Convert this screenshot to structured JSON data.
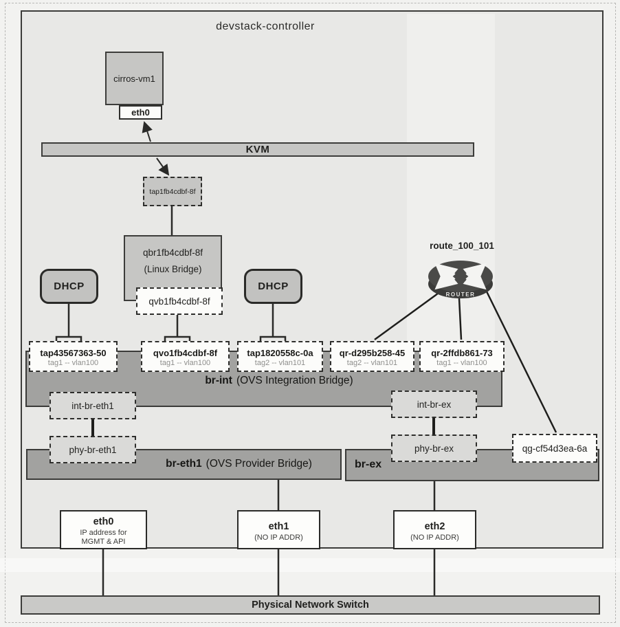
{
  "title": "devstack-controller",
  "vm": {
    "name": "cirros-vm1",
    "nic": "eth0"
  },
  "kvm_label": "KVM",
  "tap_vm": "tap1fb4cdbf-8f",
  "qbr": {
    "name": "qbr1fb4cdbf-8f",
    "type": "(Linux Bridge)"
  },
  "qvb": "qvb1fb4cdbf-8f",
  "dhcp_left": "DHCP",
  "dhcp_right": "DHCP",
  "router": {
    "name": "route_100_101",
    "badge": "ROUTER"
  },
  "br_int": {
    "name": "br-int",
    "desc": "(OVS Integration Bridge)",
    "ports": [
      {
        "name": "tap43567363-50",
        "tag": "tag1 -- vlan100"
      },
      {
        "name": "qvo1fb4cdbf-8f",
        "tag": "tag1 -- vlan100"
      },
      {
        "name": "tap1820558c-0a",
        "tag": "tag2 -- vlan101"
      },
      {
        "name": "qr-d295b258-45",
        "tag": "tag2 -- vlan101"
      },
      {
        "name": "qr-2ffdb861-73",
        "tag": "tag1 -- vlan100"
      }
    ]
  },
  "patches": {
    "int_br_eth1": "int-br-eth1",
    "phy_br_eth1": "phy-br-eth1",
    "int_br_ex": "int-br-ex",
    "phy_br_ex": "phy-br-ex"
  },
  "qg": "qg-cf54d3ea-6a",
  "br_eth1": {
    "name": "br-eth1",
    "desc": "(OVS Provider Bridge)"
  },
  "br_ex": {
    "name": "br-ex"
  },
  "nics": [
    {
      "name": "eth0",
      "line1": "IP address for",
      "line2": "MGMT & API"
    },
    {
      "name": "eth1",
      "line1": "(NO IP ADDR)",
      "line2": ""
    },
    {
      "name": "eth2",
      "line1": "(NO IP ADDR)",
      "line2": ""
    }
  ],
  "switch_label": "Physical Network Switch",
  "colors": {
    "bridge_fill": "#a2a2a0",
    "node_fill": "#c6c6c4",
    "port_fill": "#fcfcfa",
    "router_body": "#464644",
    "line": "#2a2a28"
  }
}
